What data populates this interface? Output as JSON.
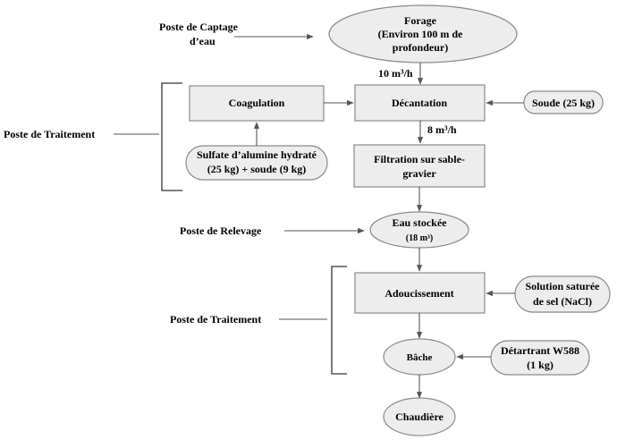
{
  "labels": {
    "poste_captage_l1": "Poste de Captage",
    "poste_captage_l2": "d’eau",
    "poste_traitement_1": "Poste de Traitement",
    "poste_relevage": "Poste de Relevage",
    "poste_traitement_2": "Poste de Traitement"
  },
  "nodes": {
    "forage_l1": "Forage",
    "forage_l2": "(Environ 100 m de",
    "forage_l3": "profondeur)",
    "coagulation": "Coagulation",
    "decantation": "Décantation",
    "soude": "Soude (25 kg)",
    "sulfate_l1": "Sulfate d’alumine hydraté",
    "sulfate_l2": "(25 kg) + soude (9 kg)",
    "filtration_l1": "Filtration sur sable-",
    "filtration_l2": "gravier",
    "eau_l1": "Eau stockée",
    "eau_l2": "(18 m³)",
    "adoucissement": "Adoucissement",
    "solution_l1": "Solution saturée",
    "solution_l2": "de sel (NaCl)",
    "bache": "Bâche",
    "detartrant_l1": "Détartrant W588",
    "detartrant_l2": "(1 kg)",
    "chaudiere": "Chaudière"
  },
  "flows": {
    "debit_1": "10 m³/h",
    "debit_2": "8 m³/h"
  }
}
